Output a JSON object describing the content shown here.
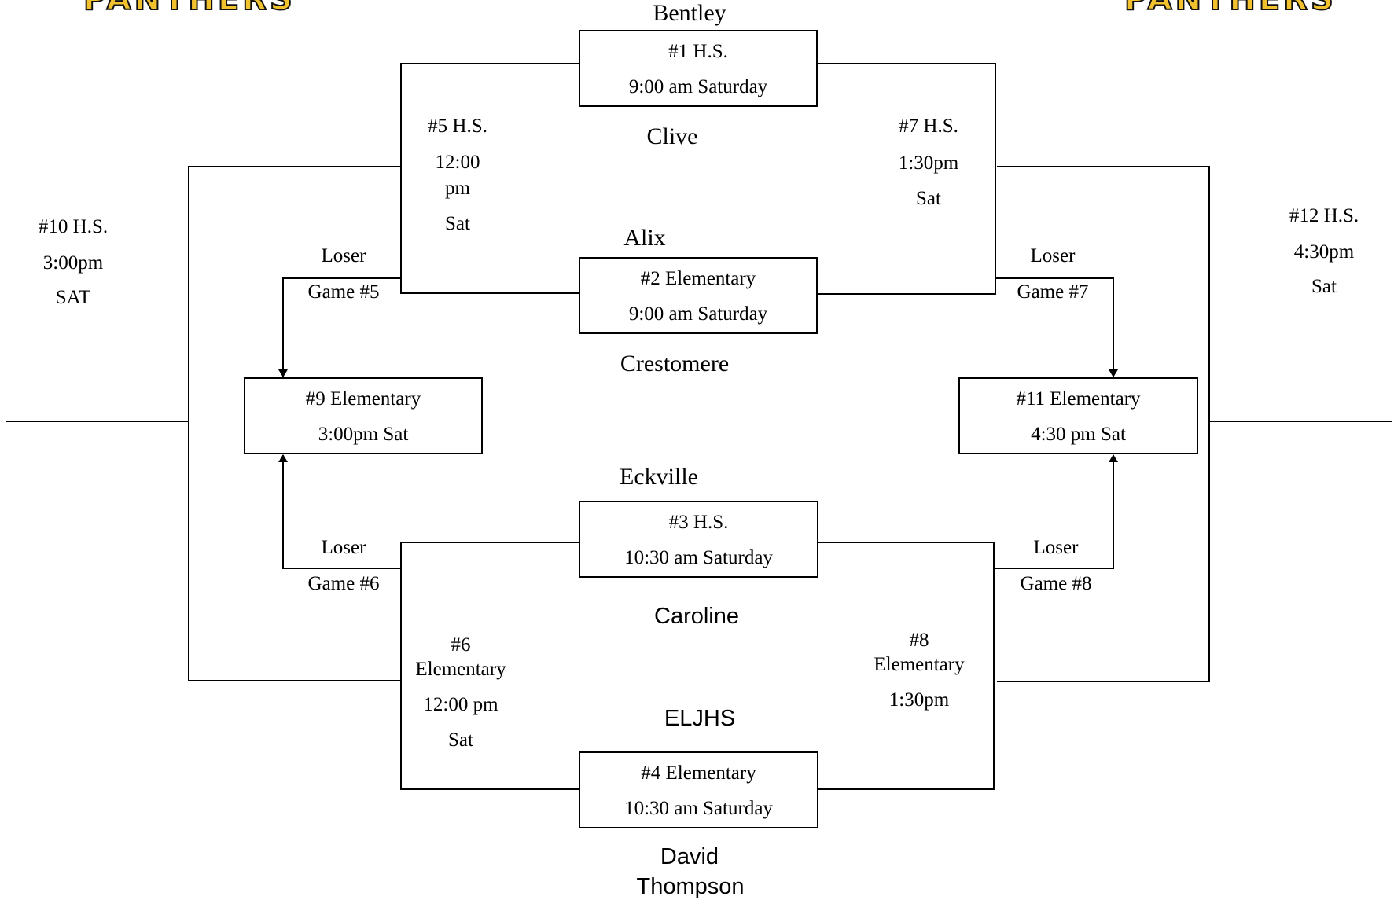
{
  "logo": {
    "text": "PANTHERS",
    "color": "#f2c12e"
  },
  "teams": {
    "bentley": "Bentley",
    "clive": "Clive",
    "alix": "Alix",
    "crestomere": "Crestomere",
    "eckville": "Eckville",
    "caroline": "Caroline",
    "eljhs": "ELJHS",
    "david": "David",
    "thompson": "Thompson"
  },
  "games": {
    "g1": {
      "label": "#1 H.S.",
      "time": "9:00 am  Saturday"
    },
    "g2": {
      "label": "#2 Elementary",
      "time": "9:00 am Saturday"
    },
    "g3": {
      "label": "#3 H.S.",
      "time": "10:30 am Saturday"
    },
    "g4": {
      "label": "#4 Elementary",
      "time": "10:30 am Saturday"
    },
    "g5": {
      "label": "#5 H.S.",
      "time_a": "12:00",
      "time_b": "pm",
      "day": "Sat"
    },
    "g6": {
      "label_a": "#6",
      "label_b": "Elementary",
      "time": "12:00 pm",
      "day": "Sat"
    },
    "g7": {
      "label": "#7 H.S.",
      "time": "1:30pm",
      "day": "Sat"
    },
    "g8": {
      "label_a": "#8",
      "label_b": "Elementary",
      "time": "1:30pm"
    },
    "g9": {
      "label": "#9 Elementary",
      "time": "3:00pm Sat"
    },
    "g10": {
      "label": "#10 H.S.",
      "time": "3:00pm",
      "day": "SAT"
    },
    "g11": {
      "label": "#11 Elementary",
      "time": "4:30 pm Sat"
    },
    "g12": {
      "label": "#12 H.S.",
      "time": "4:30pm",
      "day": "Sat"
    }
  },
  "losers": {
    "word": "Loser",
    "g5": "Game #5",
    "g6": "Game #6",
    "g7": "Game #7",
    "g8": "Game #8"
  }
}
